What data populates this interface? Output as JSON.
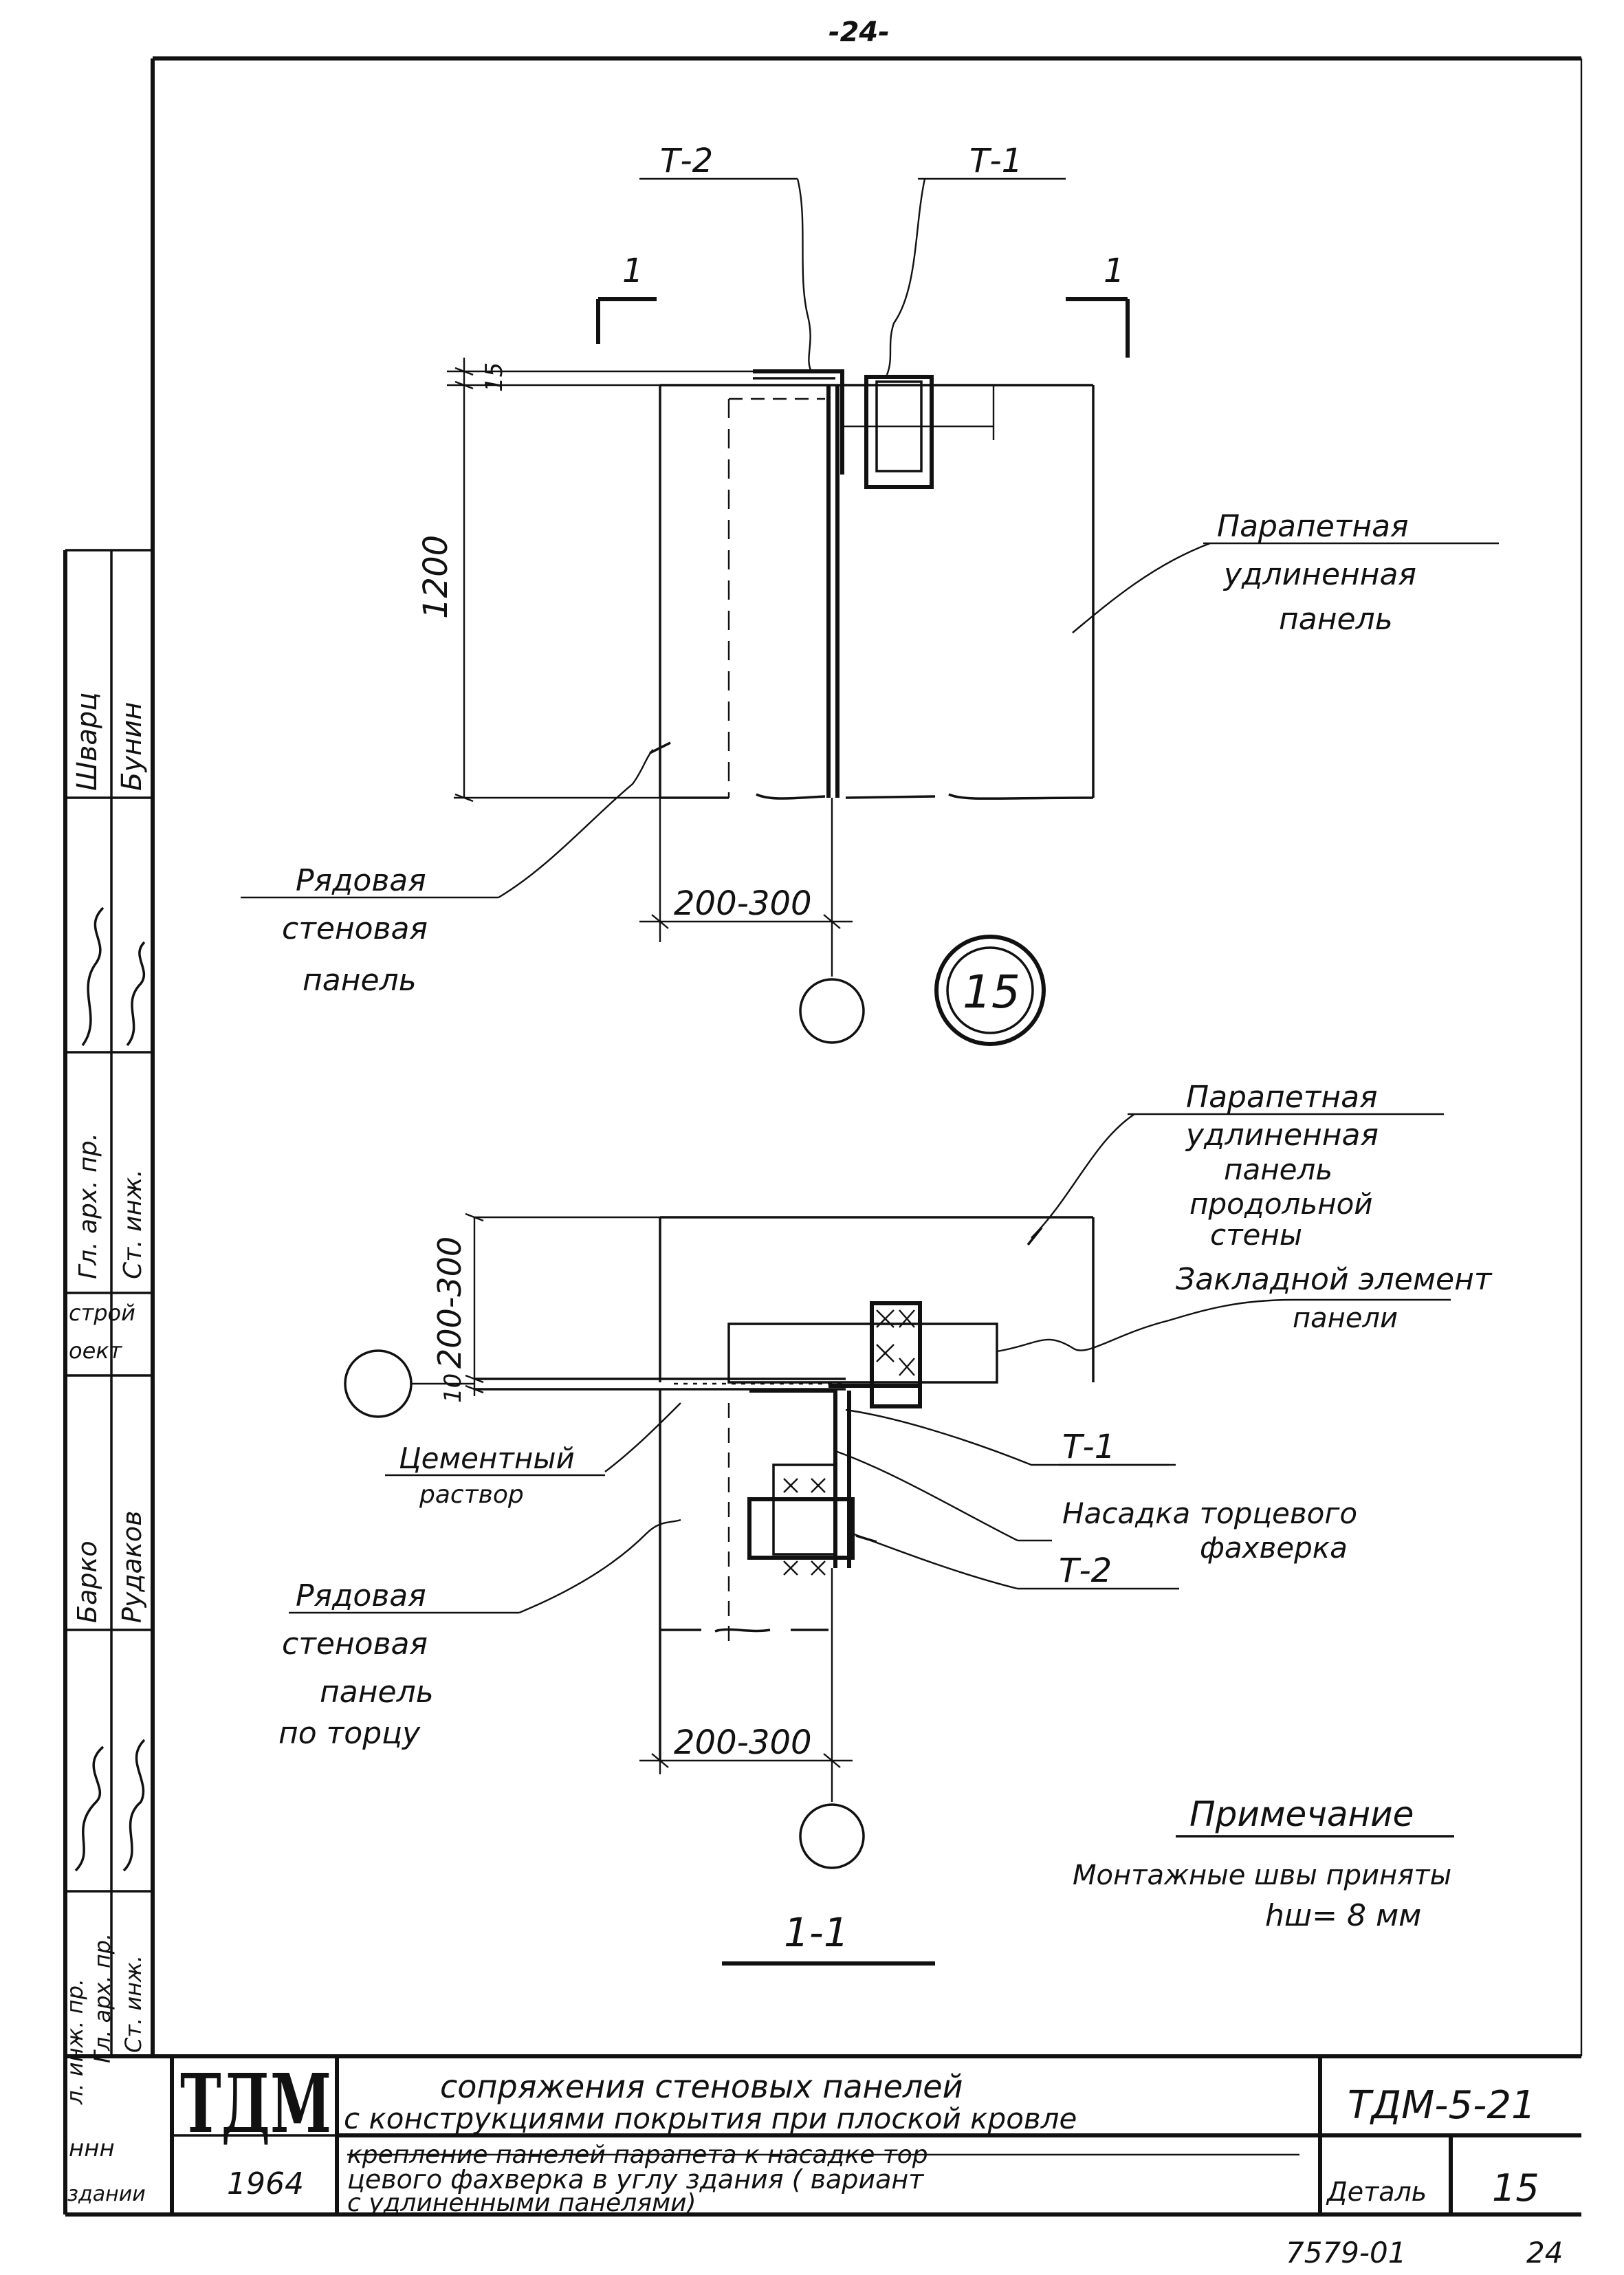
{
  "sheet": {
    "page_number": "-24-",
    "org_code": "ТДМ",
    "year": "1964",
    "sheet_code": "ТДМ-5-21",
    "title_line1": "сопряжения стеновых панелей",
    "title_line2": "с конструкциями покрытия при плоской кровле",
    "subtitle_line1": "крепление панелей парапета к насадке тор",
    "subtitle_line2": "цевого фахверка в углу здания ( вариант",
    "subtitle_line3": "с удлиненными панелями)",
    "detail_label": "Деталь",
    "detail_number": "15",
    "archive_number": "7579-01",
    "corner_page": "24"
  },
  "side_stamp": {
    "rows": [
      {
        "role": "Гл. арх. пр.",
        "signature": "Шварц"
      },
      {
        "role": "Ст. инж.",
        "signature": "Бунин"
      },
      {
        "role": "Гл. арх. пр.",
        "signature": "Барко"
      },
      {
        "role": "Ст. инж.",
        "signature": "Рудаков"
      }
    ],
    "org_part1": "строй",
    "org_part2": "оект",
    "bottom_role1": "л. инж. пр.",
    "bottom_role2": "Гл. арх. пр.",
    "bottom_role3": "Ст. инж.",
    "bottom_fragment1": "ннн",
    "bottom_fragment2": "здании"
  },
  "top_view": {
    "label_t2": "Т-2",
    "label_t1": "Т-1",
    "section_mark_left": "1",
    "section_mark_right": "1",
    "dim_15": "15",
    "dim_1200": "1200",
    "dim_range": "200-300",
    "parapet_line1": "Парапетная",
    "parapet_line2": "удлиненная",
    "parapet_line3": "панель",
    "ordinary_line1": "Рядовая",
    "ordinary_line2": "стеновая",
    "ordinary_line3": "панель",
    "detail_circle": "15"
  },
  "section_view": {
    "dim_range_vertical": "200-300",
    "dim_10": "10",
    "parapet_line1": "Парапетная",
    "parapet_line2": "удлиненная",
    "parapet_line3": "панель",
    "parapet_line4": "продольной",
    "parapet_line5": "стены",
    "embedded_line1": "Закладной элемент",
    "embedded_line2": "панели",
    "mortar_line1": "Цементный",
    "mortar_line2": "раствор",
    "label_t1": "Т-1",
    "nozzle_line1": "Насадка торцевого",
    "nozzle_line2": "фахверка",
    "label_t2": "Т-2",
    "ordinary_line1": "Рядовая",
    "ordinary_line2": "стеновая",
    "ordinary_line3": "панель",
    "ordinary_line4": "по торцу",
    "dim_range": "200-300",
    "section_title": "1-1"
  },
  "note": {
    "title": "Примечание",
    "line1": "Монтажные швы приняты",
    "line2": "hш= 8 мм"
  }
}
